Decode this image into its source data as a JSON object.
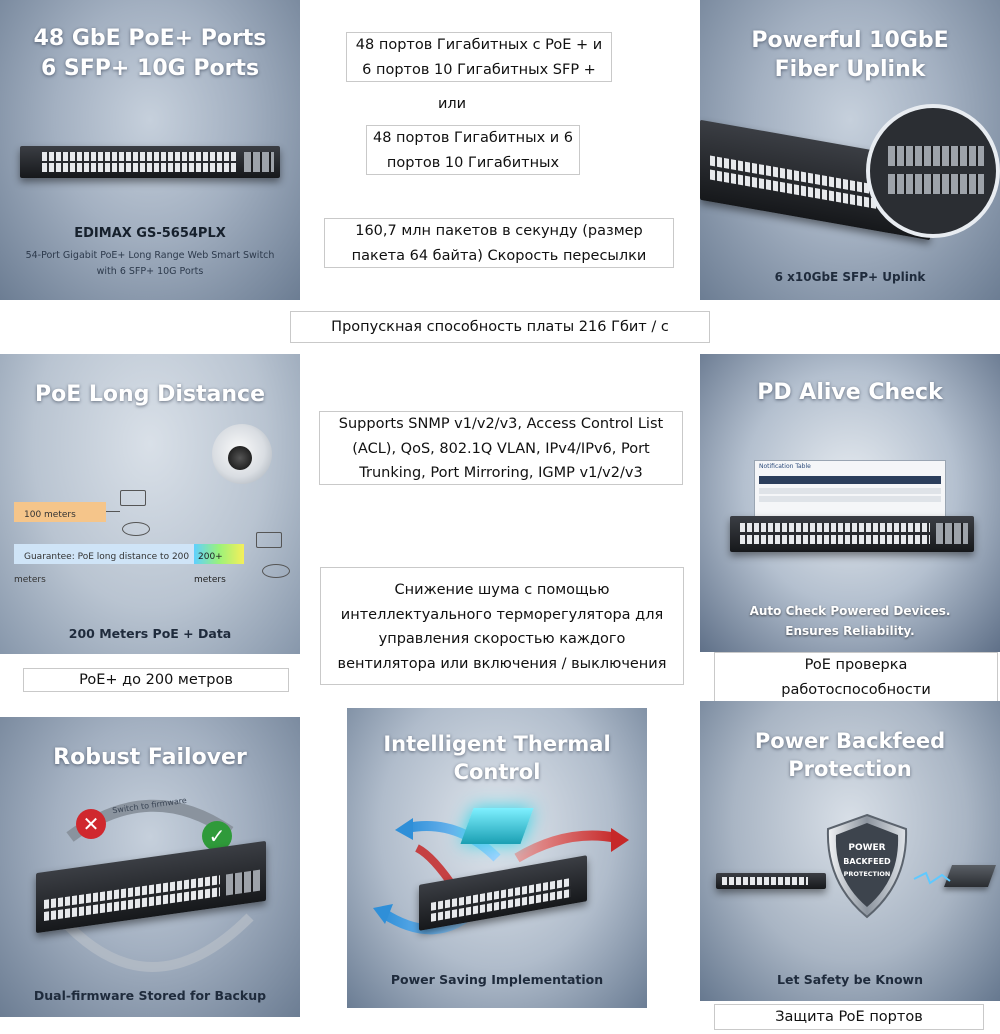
{
  "panels": {
    "ports": {
      "title_line1": "48 GbE PoE+ Ports",
      "title_line2": "6 SFP+ 10G Ports",
      "model": "EDIMAX GS-5654PLX",
      "desc_line1": "54-Port Gigabit PoE+ Long Range Web Smart Switch",
      "desc_line2": "with 6 SFP+ 10G Ports"
    },
    "uplink": {
      "title_line1": "Powerful 10GbE",
      "title_line2": "Fiber Uplink",
      "caption": "6 x10GbE SFP+ Uplink"
    },
    "poe_distance": {
      "title": "PoE Long Distance",
      "label_100m": "100 meters",
      "label_200m": "200+ meters",
      "guarantee": "Guarantee: PoE long distance to 200 meters",
      "caption": "200 Meters PoE + Data"
    },
    "pd_alive": {
      "title": "PD Alive Check",
      "caption_line1": "Auto Check Powered Devices.",
      "caption_line2": "Ensures Reliability.",
      "ui_title": "Notification Table"
    },
    "failover": {
      "title": "Robust Failover",
      "arc_label": "Switch to firmware",
      "caption": "Dual-firmware Stored for Backup"
    },
    "thermal": {
      "title_line1": "Intelligent Thermal",
      "title_line2": "Control",
      "caption": "Power Saving Implementation"
    },
    "backfeed": {
      "title_line1": "Power Backfeed",
      "title_line2": "Protection",
      "shield_line1": "POWER",
      "shield_line2": "BACKFEED",
      "shield_line3": "PROTECTION",
      "caption": "Let Safety be Known"
    }
  },
  "texts": {
    "ports_box_line1": "48 портов Гигабитных с PoE + и",
    "ports_box_line2": "6 портов 10 Гигабитных SFP +",
    "or": "или",
    "alt_box_line1": "48 портов Гигабитных и 6",
    "alt_box_line2": "портов 10 Гигабитных",
    "pps_line1": "160,7 млн пакетов в секунду (размер",
    "pps_line2": "пакета 64 байта) Скорость пересылки",
    "backplane": "Пропускная способность платы 216 Гбит / с",
    "snmp_line1": "Supports SNMP v1/v2/v3, Access Control List",
    "snmp_line2": "(ACL), QoS, 802.1Q VLAN, IPv4/IPv6, Port",
    "snmp_line3": "Trunking, Port Mirroring, IGMP v1/v2/v3",
    "noise_line1": "Снижение шума с помощью",
    "noise_line2": "интеллектуального терморегулятора для",
    "noise_line3": "управления скоростью каждого",
    "noise_line4": "вентилятора или включения / выключения",
    "poe200": "PoE+ до 200 метров",
    "pd_check_line1": "PoE проверка",
    "pd_check_line2": "работоспособности",
    "poe_protect": "Защита PoE портов"
  },
  "colors": {
    "panel_text": "#ffffff",
    "caption_text": "#1f2b3c",
    "cross_red": "#d0282e",
    "check_green": "#2f9a3a",
    "arrow_blue": "#2f8fd8",
    "arrow_red": "#c62828",
    "chip_cyan": "#29d3e6",
    "distance_orange": "#f5c58a",
    "distance_blue": "#cfe4f7"
  }
}
